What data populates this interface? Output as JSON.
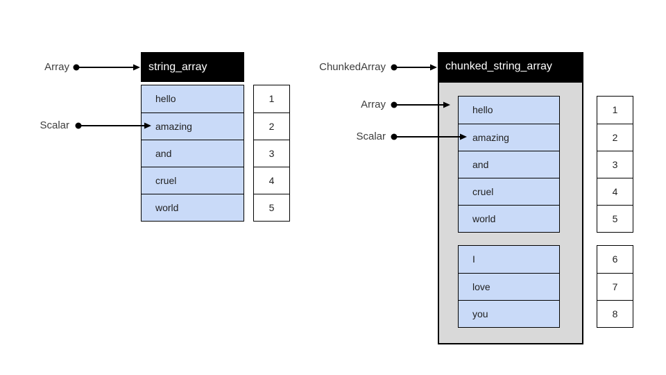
{
  "colors": {
    "cell_fill": "#c9daf8",
    "chunk_container_fill": "#d9d9d9",
    "header_bg": "#000000",
    "header_text": "#ffffff",
    "border": "#000000",
    "label_text": "#3d3d3d",
    "arrow": "#000000",
    "background": "#ffffff"
  },
  "left_diagram": {
    "header": "string_array",
    "labels": {
      "array": "Array",
      "scalar": "Scalar"
    },
    "cells": [
      "hello",
      "amazing",
      "and",
      "cruel",
      "world"
    ],
    "indices": [
      "1",
      "2",
      "3",
      "4",
      "5"
    ]
  },
  "right_diagram": {
    "header": "chunked_string_array",
    "labels": {
      "chunked_array": "ChunkedArray",
      "array": "Array",
      "scalar": "Scalar"
    },
    "chunks": [
      {
        "cells": [
          "hello",
          "amazing",
          "and",
          "cruel",
          "world"
        ],
        "indices": [
          "1",
          "2",
          "3",
          "4",
          "5"
        ]
      },
      {
        "cells": [
          "I",
          "love",
          "you"
        ],
        "indices": [
          "6",
          "7",
          "8"
        ]
      }
    ]
  }
}
